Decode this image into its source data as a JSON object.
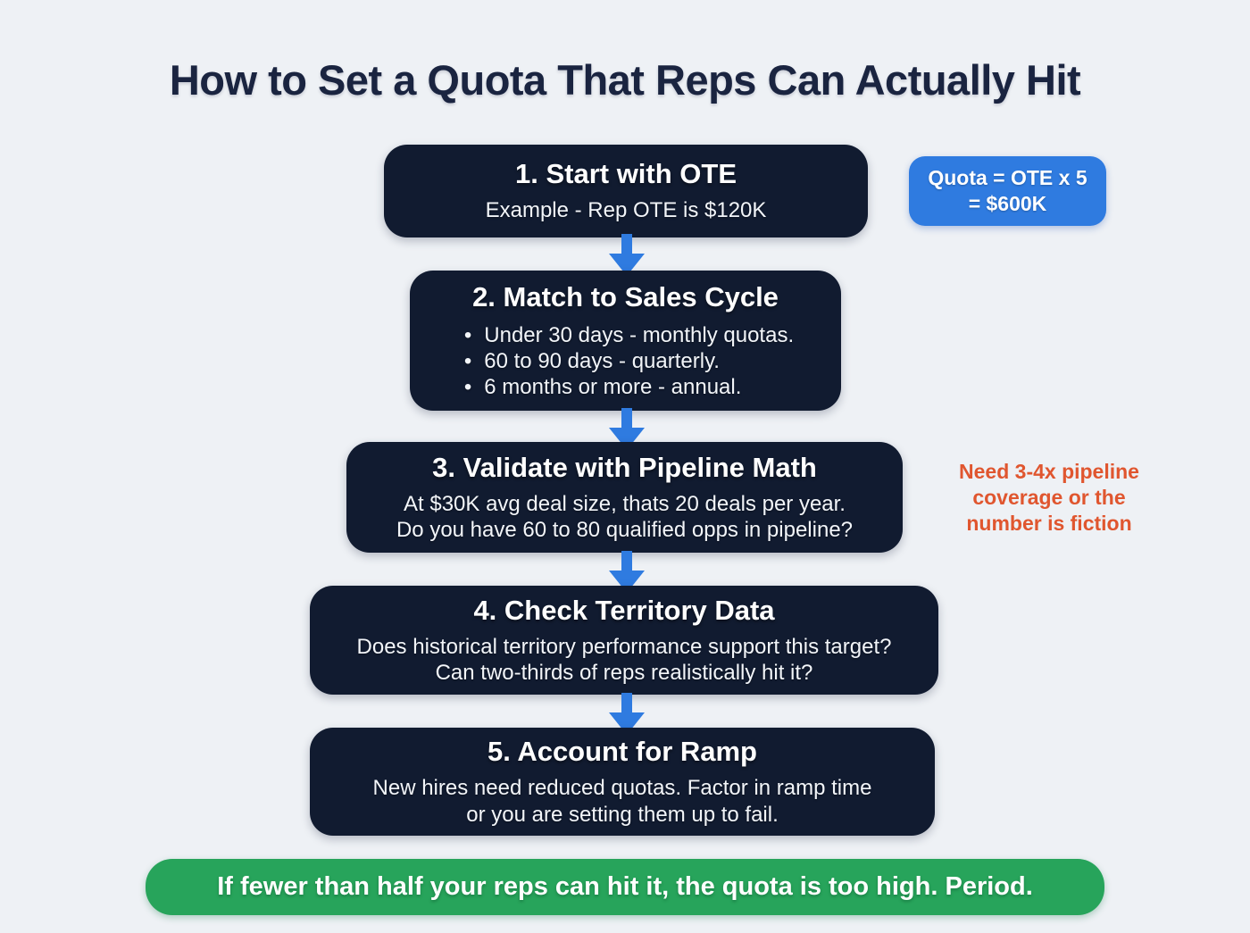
{
  "page": {
    "title": "How to Set a Quota That Reps Can Actually Hit"
  },
  "steps": [
    {
      "title": "1. Start with OTE",
      "lines": [
        "Example - Rep OTE is $120K"
      ]
    },
    {
      "title": "2. Match to Sales Cycle",
      "bullets": [
        "Under 30 days - monthly quotas.",
        "60 to 90 days - quarterly.",
        "6 months or more - annual."
      ]
    },
    {
      "title": "3. Validate with Pipeline Math",
      "lines": [
        "At $30K avg deal size, thats 20 deals per year.",
        "Do you have 60 to 80 qualified opps in pipeline?"
      ]
    },
    {
      "title": "4. Check Territory Data",
      "lines": [
        "Does historical territory performance support this target?",
        "Can two-thirds of reps realistically hit it?"
      ]
    },
    {
      "title": "5. Account for Ramp",
      "lines": [
        "New hires need reduced quotas. Factor in ramp time",
        "or you are setting them up to fail."
      ]
    }
  ],
  "callout": {
    "lines": [
      "Quota = OTE x 5",
      "= $600K"
    ]
  },
  "pipeline_note": {
    "lines": [
      "Need 3-4x pipeline",
      "coverage or the",
      "number is fiction"
    ]
  },
  "footer": {
    "text": "If fewer than half your reps can hit it, the quota is too high. Period."
  },
  "colors": {
    "background": "#eef1f5",
    "box": "#111b30",
    "accent_blue": "#2f7be0",
    "green": "#27a45b",
    "orange": "#e0562f",
    "title": "#1a2440"
  }
}
